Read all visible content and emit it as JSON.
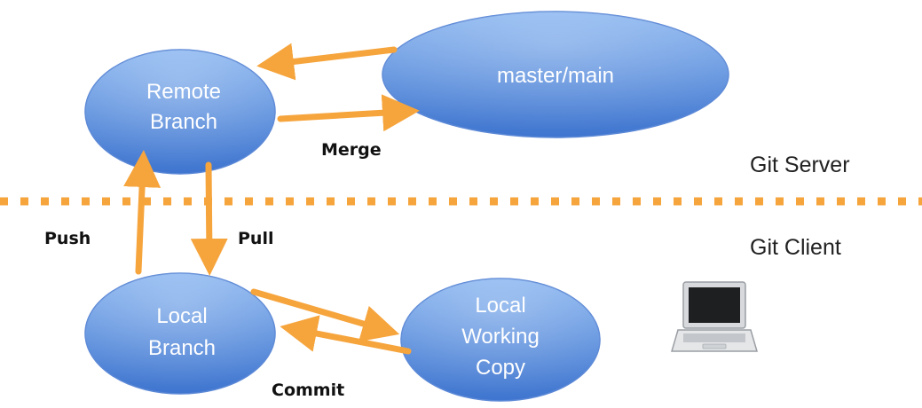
{
  "nodes": {
    "remote_branch": {
      "line1": "Remote",
      "line2": "Branch"
    },
    "master": {
      "label": "master/main"
    },
    "local_branch": {
      "line1": "Local",
      "line2": "Branch"
    },
    "working_copy": {
      "line1": "Local",
      "line2": "Working",
      "line3": "Copy"
    }
  },
  "edges": {
    "merge": "Merge",
    "push": "Push",
    "pull": "Pull",
    "commit": "Commit"
  },
  "zones": {
    "server": "Git Server",
    "client": "Git Client"
  },
  "colors": {
    "node_top": "#8ab6f0",
    "node_bottom": "#3f75cf",
    "node_stroke": "#5b88d6",
    "arrow": "#f6a43c",
    "divider": "#f6a43c"
  },
  "icons": [
    "laptop-icon"
  ]
}
